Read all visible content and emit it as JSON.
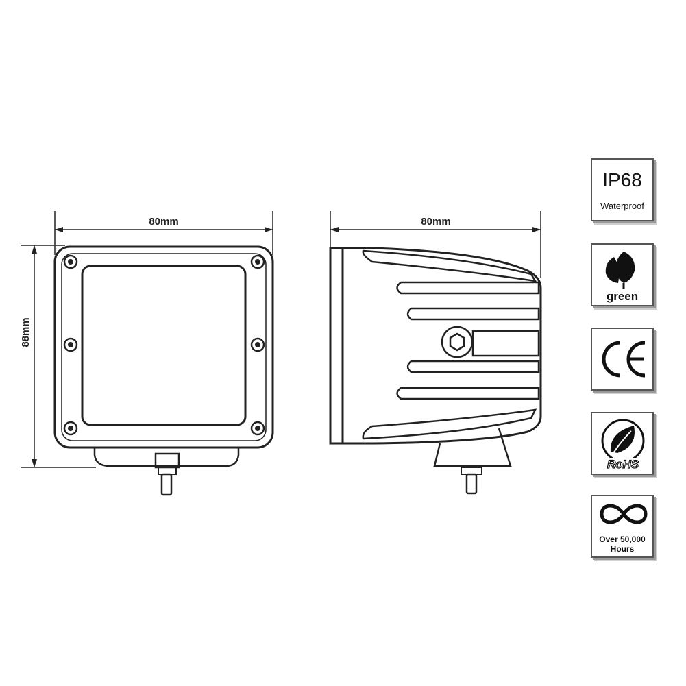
{
  "dimensions": {
    "front_width": "80mm",
    "front_height": "88mm",
    "side_width": "80mm"
  },
  "badges": [
    {
      "icon": "ip68-icon",
      "title": "IP68",
      "subtitle": "Waterproof"
    },
    {
      "icon": "leaf-icon",
      "title": "green"
    },
    {
      "icon": "ce-icon",
      "title": "CE"
    },
    {
      "icon": "rohs-icon",
      "title": "RoHS"
    },
    {
      "icon": "infinity-icon",
      "title": "Over 50,000",
      "subtitle": "Hours"
    }
  ]
}
